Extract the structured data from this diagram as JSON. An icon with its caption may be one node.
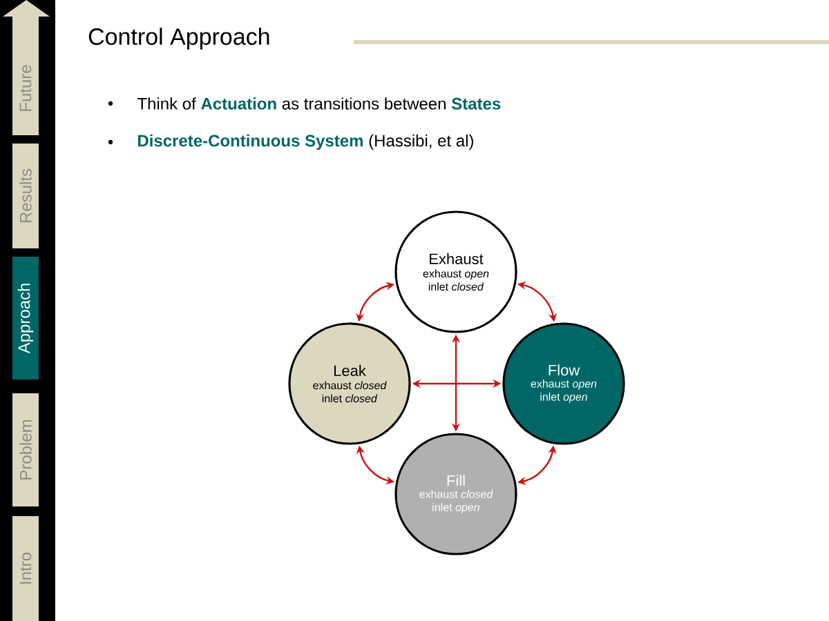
{
  "diagram": {
    "title": "Control Approach",
    "nodes": [
      {
        "text": [
          "Future"
        ]
      },
      {
        "text": [
          "Results"
        ]
      },
      {
        "text": [
          "Approach"
        ]
      },
      {
        "text": [
          "Problem"
        ]
      },
      {
        "text": [
          "Intro"
        ]
      },
      {
        "text": [
          "Exhaust",
          "exhaust *open* inlet *closed*"
        ]
      },
      {
        "text": [
          "Leak",
          "exhaust *closed* inlet *closed*"
        ]
      },
      {
        "text": [
          "Flow",
          "exhaust *open* inlet *open*"
        ]
      },
      {
        "text": [
          "Fill",
          "exhaust *closed* inlet *open*"
        ]
      }
    ],
    "edges": [
      {
        "from": 5,
        "to": 6,
        "arrow": "both"
      },
      {
        "from": 5,
        "to": 7,
        "arrow": "both"
      },
      {
        "from": 6,
        "to": 8,
        "arrow": "both"
      },
      {
        "from": 7,
        "to": 8,
        "arrow": "both"
      },
      {
        "from": 6,
        "to": 7,
        "arrow": "both"
      },
      {
        "from": 5,
        "to": 8,
        "arrow": "both"
      }
    ],
    "labels": [
      "Think of **Actuation** as transitions between **States**",
      "**Discrete-Continuous System** (Hassibi, et al)"
    ]
  }
}
